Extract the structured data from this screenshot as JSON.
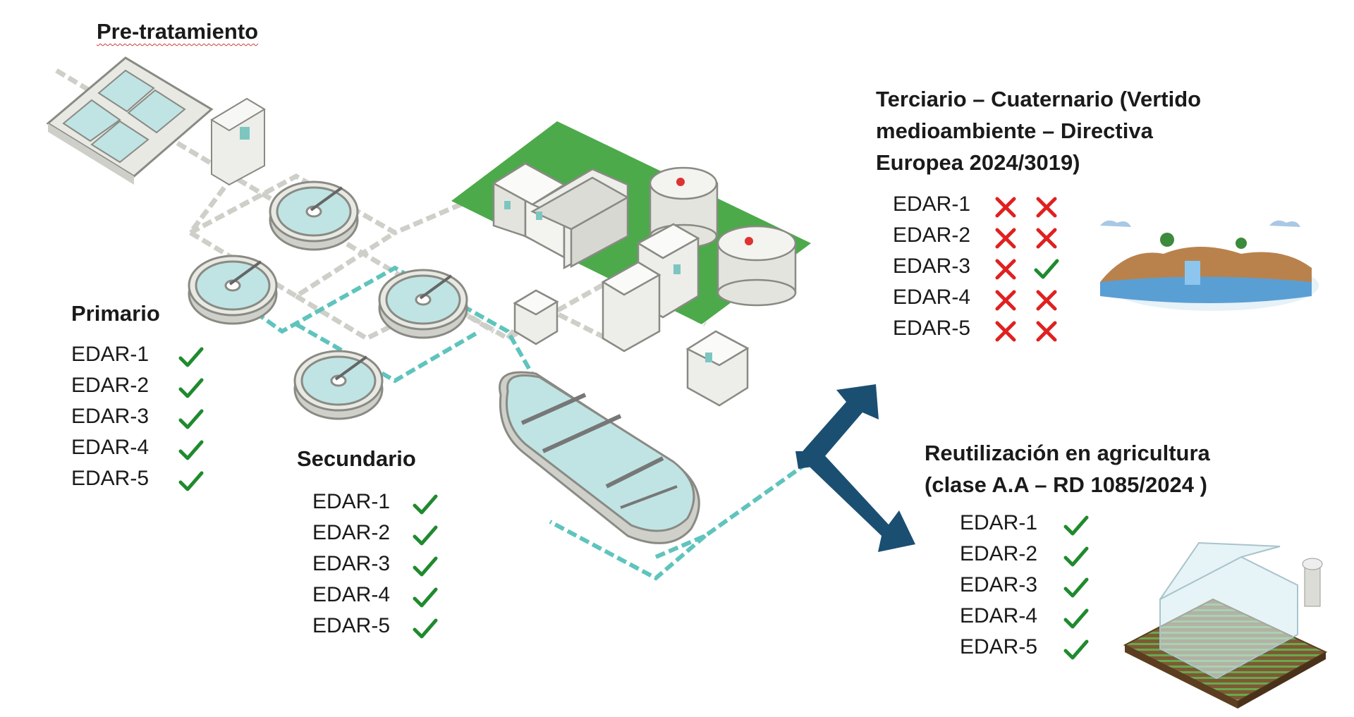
{
  "colors": {
    "check": "#1f8a2e",
    "cross": "#e02020",
    "arrow": "#1b4f72",
    "pipe": "#5fc4bd",
    "tank_water": "#bfe4e3",
    "green_area": "#4caa4a"
  },
  "pretratamiento": {
    "title": "Pre-tratamiento"
  },
  "primario": {
    "title": "Primario",
    "items": [
      {
        "label": "EDAR-1",
        "status": [
          "check"
        ]
      },
      {
        "label": "EDAR-2",
        "status": [
          "check"
        ]
      },
      {
        "label": "EDAR-3",
        "status": [
          "check"
        ]
      },
      {
        "label": "EDAR-4",
        "status": [
          "check"
        ]
      },
      {
        "label": "EDAR-5",
        "status": [
          "check"
        ]
      }
    ]
  },
  "secundario": {
    "title": "Secundario",
    "items": [
      {
        "label": "EDAR-1",
        "status": [
          "check"
        ]
      },
      {
        "label": "EDAR-2",
        "status": [
          "check"
        ]
      },
      {
        "label": "EDAR-3",
        "status": [
          "check"
        ]
      },
      {
        "label": "EDAR-4",
        "status": [
          "check"
        ]
      },
      {
        "label": "EDAR-5",
        "status": [
          "check"
        ]
      }
    ]
  },
  "terciario": {
    "title_lines": [
      "Terciario – Cuaternario (Vertido",
      "medioambiente – Directiva",
      "Europea 2024/3019)"
    ],
    "items": [
      {
        "label": "EDAR-1",
        "status": [
          "cross",
          "cross"
        ]
      },
      {
        "label": "EDAR-2",
        "status": [
          "cross",
          "cross"
        ]
      },
      {
        "label": "EDAR-3",
        "status": [
          "cross",
          "check"
        ]
      },
      {
        "label": "EDAR-4",
        "status": [
          "cross",
          "cross"
        ]
      },
      {
        "label": "EDAR-5",
        "status": [
          "cross",
          "cross"
        ]
      }
    ]
  },
  "reutilizacion": {
    "title_lines": [
      "Reutilización en agricultura",
      "(clase A.A – RD 1085/2024 )"
    ],
    "items": [
      {
        "label": "EDAR-1",
        "status": [
          "check"
        ]
      },
      {
        "label": "EDAR-2",
        "status": [
          "check"
        ]
      },
      {
        "label": "EDAR-3",
        "status": [
          "check"
        ]
      },
      {
        "label": "EDAR-4",
        "status": [
          "check"
        ]
      },
      {
        "label": "EDAR-5",
        "status": [
          "check"
        ]
      }
    ]
  }
}
